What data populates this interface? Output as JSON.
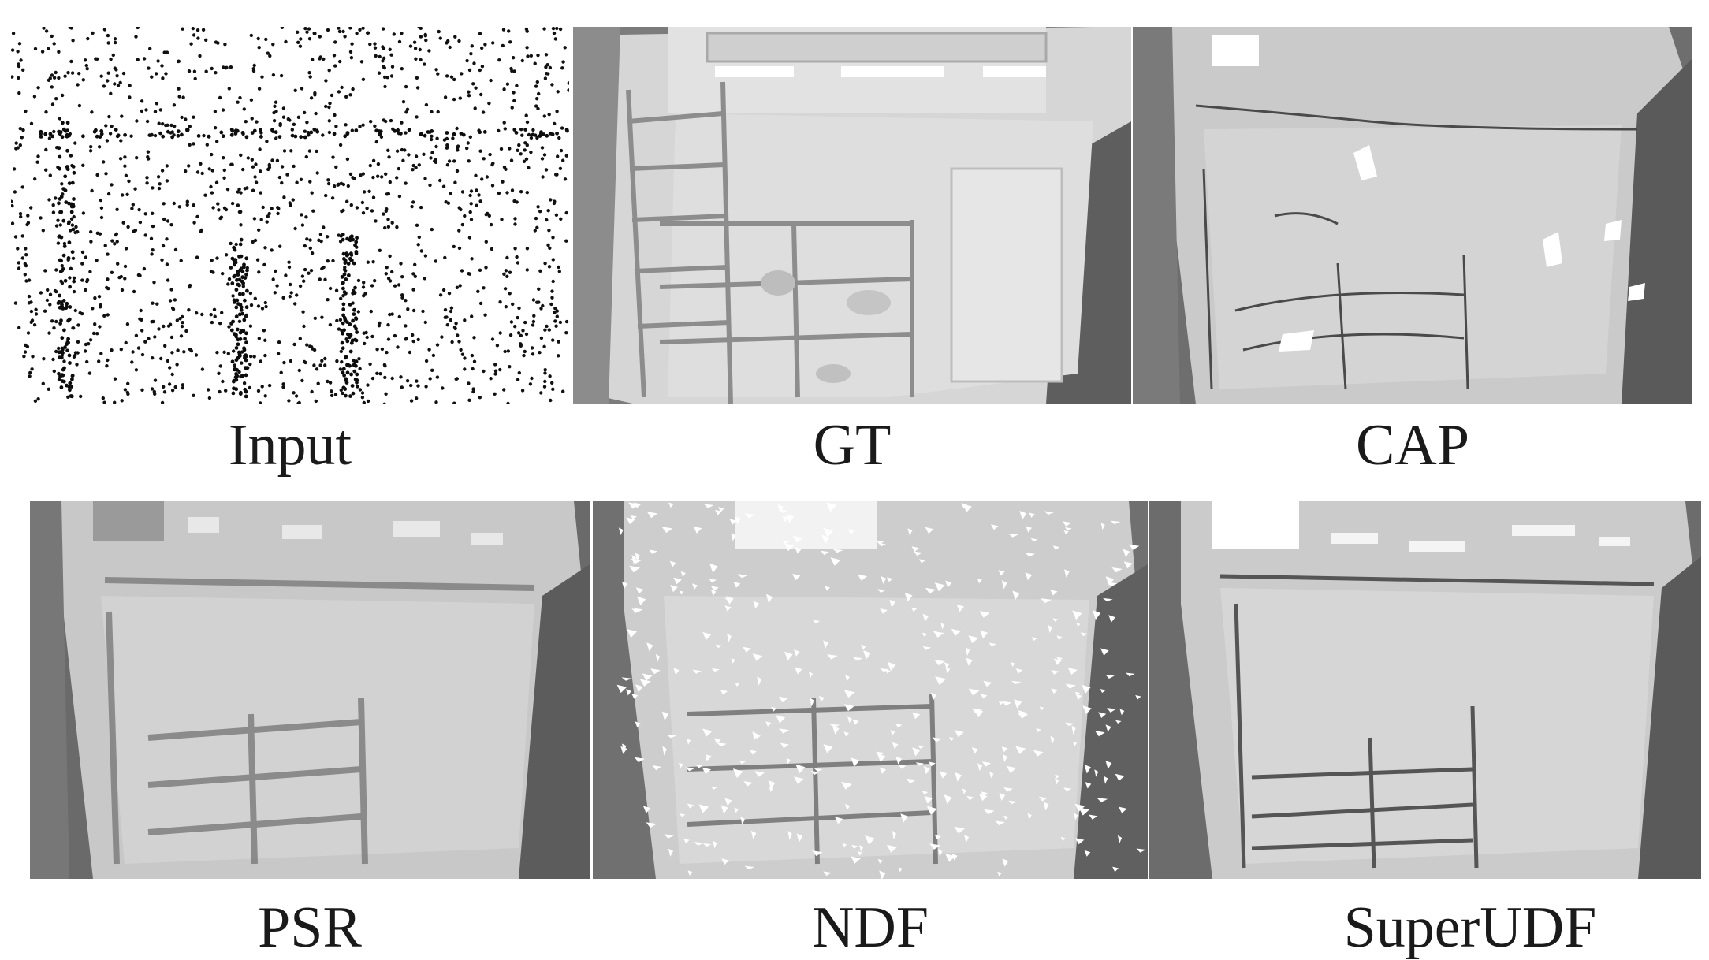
{
  "figure": {
    "top_row": [
      {
        "id": "input",
        "caption": "Input"
      },
      {
        "id": "gt",
        "caption": "GT"
      },
      {
        "id": "cap",
        "caption": "CAP"
      }
    ],
    "bottom_row": [
      {
        "id": "psr",
        "caption": "PSR"
      },
      {
        "id": "ndf",
        "caption": "NDF"
      },
      {
        "id": "superudf",
        "caption": "SuperUDF"
      }
    ]
  }
}
